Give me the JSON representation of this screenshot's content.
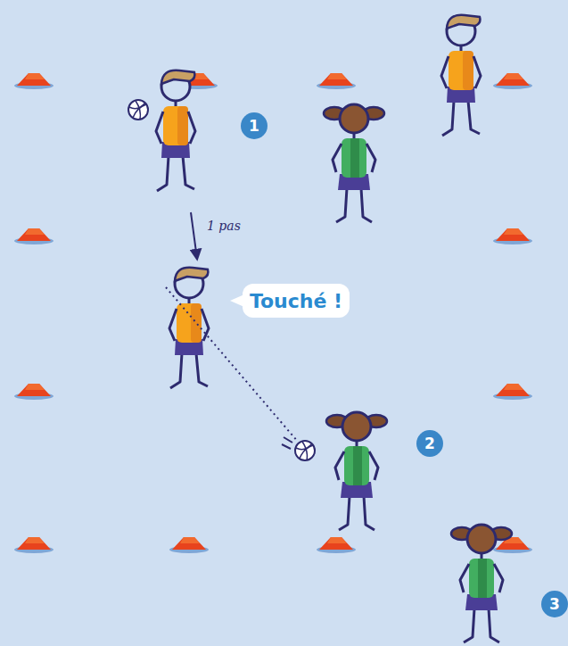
{
  "diagram": {
    "nodes": [
      {
        "text": [
          "1"
        ]
      },
      {
        "text": [
          "Touché !"
        ]
      },
      {
        "text": [
          "2"
        ]
      },
      {
        "text": [
          "3"
        ]
      }
    ],
    "labels": [
      "1 pas"
    ]
  }
}
